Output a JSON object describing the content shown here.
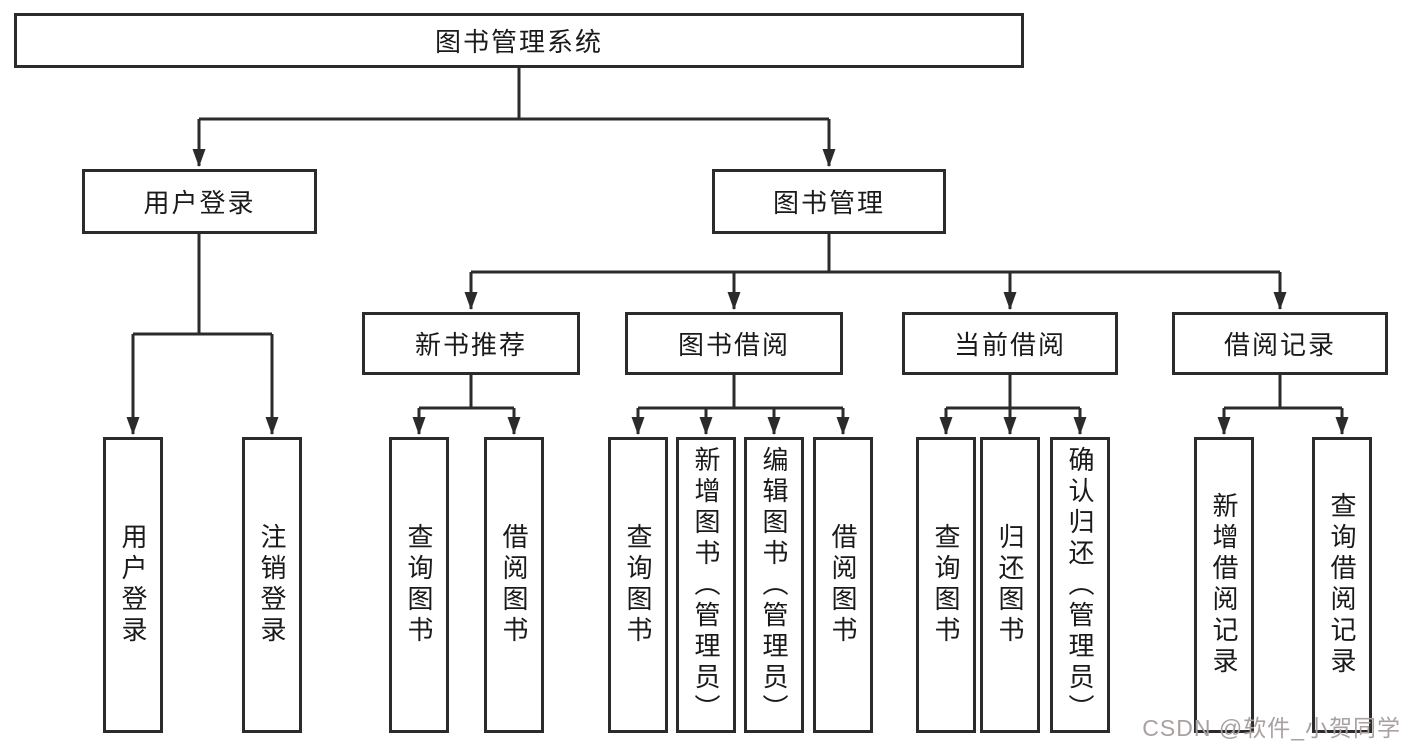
{
  "diagram_type": "function-structure-tree",
  "tree": {
    "root": {
      "label": "图书管理系统"
    },
    "branches": [
      {
        "label": "用户登录",
        "children": [
          {
            "label": "用户登录"
          },
          {
            "label": "注销登录"
          }
        ]
      },
      {
        "label": "图书管理",
        "children": [
          {
            "label": "新书推荐",
            "children": [
              {
                "label": "查询图书"
              },
              {
                "label": "借阅图书"
              }
            ]
          },
          {
            "label": "图书借阅",
            "children": [
              {
                "label": "查询图书"
              },
              {
                "label": "新增图书（管理员）"
              },
              {
                "label": "编辑图书（管理员）"
              },
              {
                "label": "借阅图书"
              }
            ]
          },
          {
            "label": "当前借阅",
            "children": [
              {
                "label": "查询图书"
              },
              {
                "label": "归还图书"
              },
              {
                "label": "确认归还（管理员）"
              }
            ]
          },
          {
            "label": "借阅记录",
            "children": [
              {
                "label": "新增借阅记录"
              },
              {
                "label": "查询借阅记录"
              }
            ]
          }
        ]
      }
    ]
  },
  "watermark": {
    "text": "CSDN @软件_小贺同学",
    "color": "#a9a1a1"
  },
  "colors": {
    "line": "#2b2b2b",
    "box_border": "#2b2b2b",
    "text": "#1a1a1a",
    "background": "#ffffff"
  }
}
